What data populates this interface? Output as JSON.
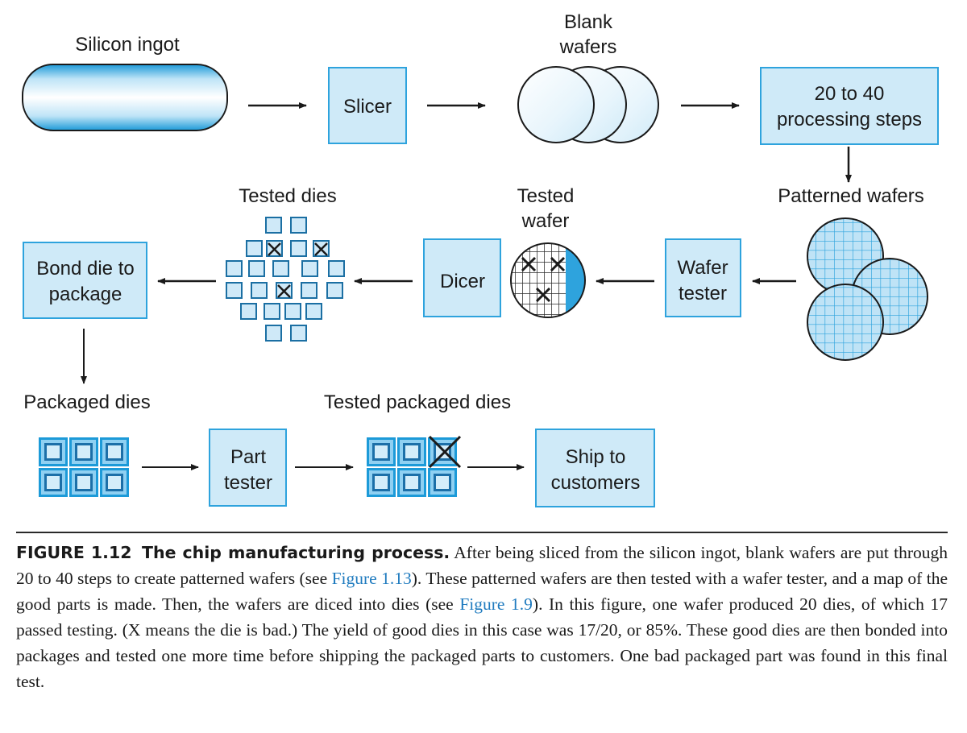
{
  "diagram": {
    "labels": {
      "silicon_ingot": "Silicon ingot",
      "slicer": "Slicer",
      "blank_wafers": [
        "Blank",
        "wafers"
      ],
      "processing_steps": [
        "20 to 40",
        "processing steps"
      ],
      "patterned_wafers": "Patterned wafers",
      "wafer_tester": [
        "Wafer",
        "tester"
      ],
      "tested_wafer": [
        "Tested",
        "wafer"
      ],
      "dicer": "Dicer",
      "tested_dies": "Tested dies",
      "bond_die": [
        "Bond die to",
        "package"
      ],
      "packaged_dies": "Packaged dies",
      "part_tester": [
        "Part",
        "tester"
      ],
      "tested_packaged_dies": "Tested packaged dies",
      "ship": [
        "Ship to",
        "customers"
      ]
    },
    "colors": {
      "box_fill": "#cfeaf8",
      "box_stroke": "#2ea3dd",
      "die_fill": "#cfe9f8",
      "die_stroke": "#1b6fa3",
      "grid_line": "#2ea3dd",
      "arrow": "#1a1a1a"
    }
  },
  "caption": {
    "label": "FIGURE 1.12",
    "title": "The chip manufacturing process.",
    "t1": "After being sliced from the silicon ingot, blank wafers are put through 20 to 40 steps to create patterned wafers (see ",
    "link1": "Figure 1.13",
    "t2": "). These patterned wafers are then tested with a wafer tester, and a map of the good parts is made. Then, the wafers are diced into dies (see ",
    "link2": "Figure 1.9",
    "t3": "). In this figure, one wafer produced 20 dies, of which 17 passed testing. (X means the die is bad.) The yield of good dies in this case was 17/20, or 85%. These good dies are then bonded into packages and tested one more time before shipping the packaged parts to customers. One bad packaged part was found in this final test."
  }
}
